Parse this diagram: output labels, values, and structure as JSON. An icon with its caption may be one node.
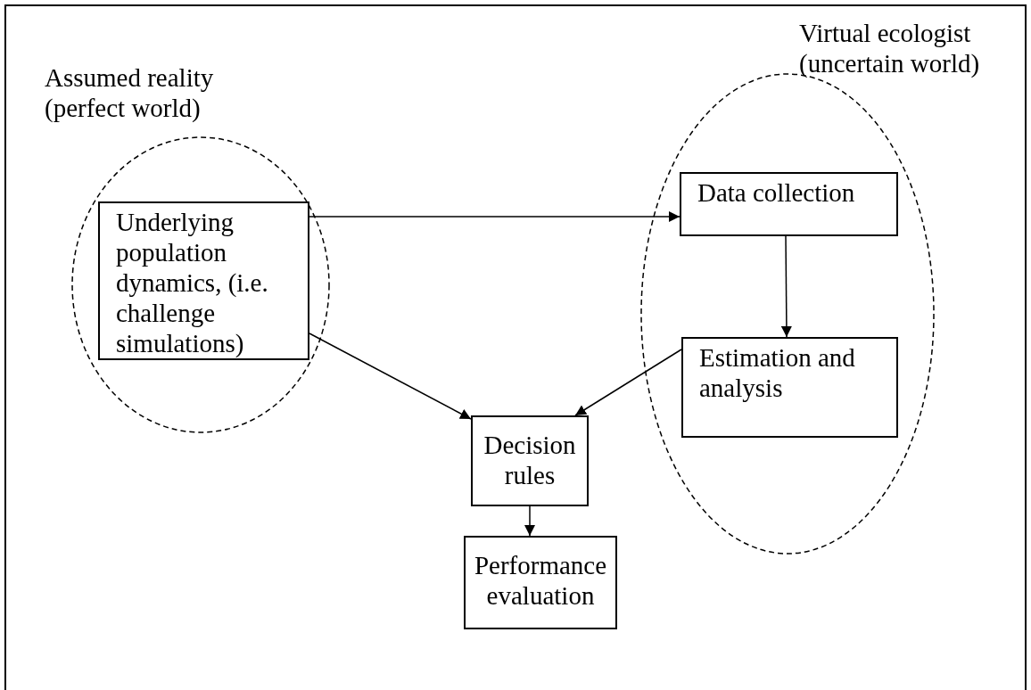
{
  "diagram": {
    "nodes": [
      {
        "text": [
          "Assumed reality (perfect world)"
        ]
      },
      {
        "text": [
          "Underlying population dynamics, (i.e. challenge simulations)"
        ],
        "in": 0
      },
      {
        "text": [
          "Virtual ecologist (uncertain world)"
        ]
      },
      {
        "text": [
          "Data collection"
        ],
        "in": 2
      },
      {
        "text": [
          "Estimation and analysis"
        ],
        "in": 2
      },
      {
        "text": [
          "Decision rules"
        ]
      },
      {
        "text": [
          "Performance evaluation"
        ]
      }
    ],
    "edges": [
      {
        "from": 1,
        "to": 3,
        "arrow": "to"
      },
      {
        "from": 3,
        "to": 4,
        "arrow": "to"
      },
      {
        "from": 1,
        "to": 5,
        "arrow": "to"
      },
      {
        "from": 4,
        "to": 5,
        "arrow": "to"
      },
      {
        "from": 5,
        "to": 6,
        "arrow": "to"
      }
    ]
  }
}
